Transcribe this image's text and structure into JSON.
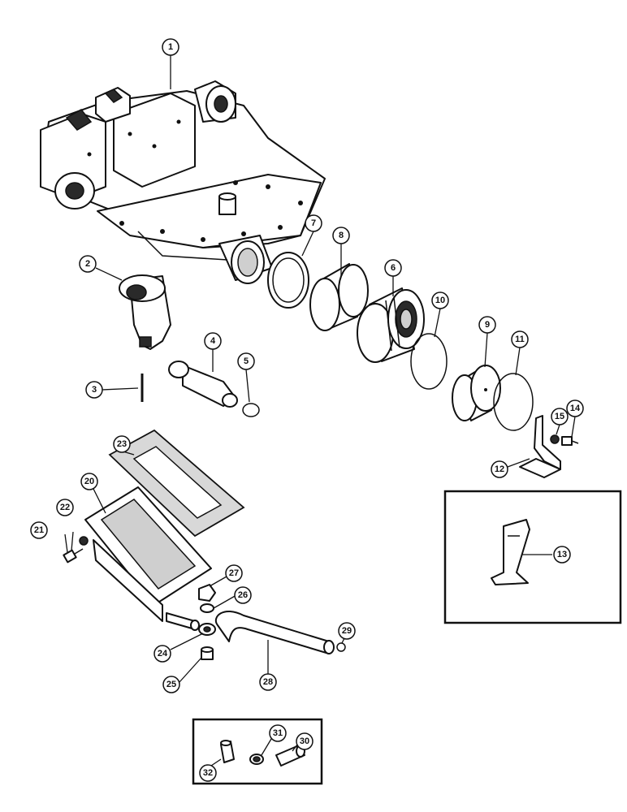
{
  "callouts": [
    {
      "id": "1",
      "label": "1"
    },
    {
      "id": "2",
      "label": "2"
    },
    {
      "id": "3",
      "label": "3"
    },
    {
      "id": "4",
      "label": "4"
    },
    {
      "id": "5",
      "label": "5"
    },
    {
      "id": "6",
      "label": "6"
    },
    {
      "id": "7",
      "label": "7"
    },
    {
      "id": "8",
      "label": "8"
    },
    {
      "id": "9",
      "label": "9"
    },
    {
      "id": "10",
      "label": "10"
    },
    {
      "id": "11",
      "label": "11"
    },
    {
      "id": "12",
      "label": "12"
    },
    {
      "id": "13",
      "label": "13"
    },
    {
      "id": "14",
      "label": "14"
    },
    {
      "id": "15",
      "label": "15"
    },
    {
      "id": "20",
      "label": "20"
    },
    {
      "id": "21",
      "label": "21"
    },
    {
      "id": "22",
      "label": "22"
    },
    {
      "id": "23",
      "label": "23"
    },
    {
      "id": "24",
      "label": "24"
    },
    {
      "id": "25",
      "label": "25"
    },
    {
      "id": "26",
      "label": "26"
    },
    {
      "id": "27",
      "label": "27"
    },
    {
      "id": "28",
      "label": "28"
    },
    {
      "id": "29",
      "label": "29"
    },
    {
      "id": "30",
      "label": "30"
    },
    {
      "id": "31",
      "label": "31"
    },
    {
      "id": "32",
      "label": "32"
    }
  ]
}
